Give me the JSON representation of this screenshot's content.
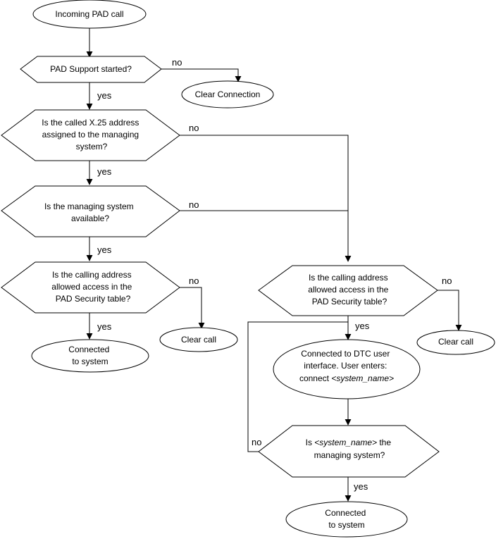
{
  "nodes": {
    "start": {
      "text": "Incoming PAD call"
    },
    "pad_support": {
      "text": "PAD Support started?"
    },
    "clear_connection": {
      "text": "Clear  Connection"
    },
    "called_address": {
      "lines": [
        "Is the called X.25 address",
        "assigned to the managing",
        "system?"
      ]
    },
    "managing_available": {
      "lines": [
        "Is the managing system",
        "available?"
      ]
    },
    "security_left": {
      "lines": [
        "Is the calling address",
        "allowed access in the",
        "PAD Security table?"
      ]
    },
    "clear_call_left": {
      "text": "Clear call"
    },
    "connected_left": {
      "lines": [
        "Connected",
        "to system"
      ]
    },
    "security_right": {
      "lines": [
        "Is the calling address",
        "allowed access in the",
        "PAD Security table?"
      ]
    },
    "clear_call_right": {
      "text": "Clear call"
    },
    "dtc_interface": {
      "lines": [
        "Connected to DTC user",
        "interface. User enters:",
        "connect  ",
        "<system_name>"
      ]
    },
    "is_system_name": {
      "lines": [
        "Is ",
        "<system_name>",
        " the",
        "managing  system?"
      ]
    },
    "connected_right": {
      "lines": [
        "Connected",
        "to system"
      ]
    }
  },
  "edge_labels": {
    "yes": "yes",
    "no": "no"
  }
}
